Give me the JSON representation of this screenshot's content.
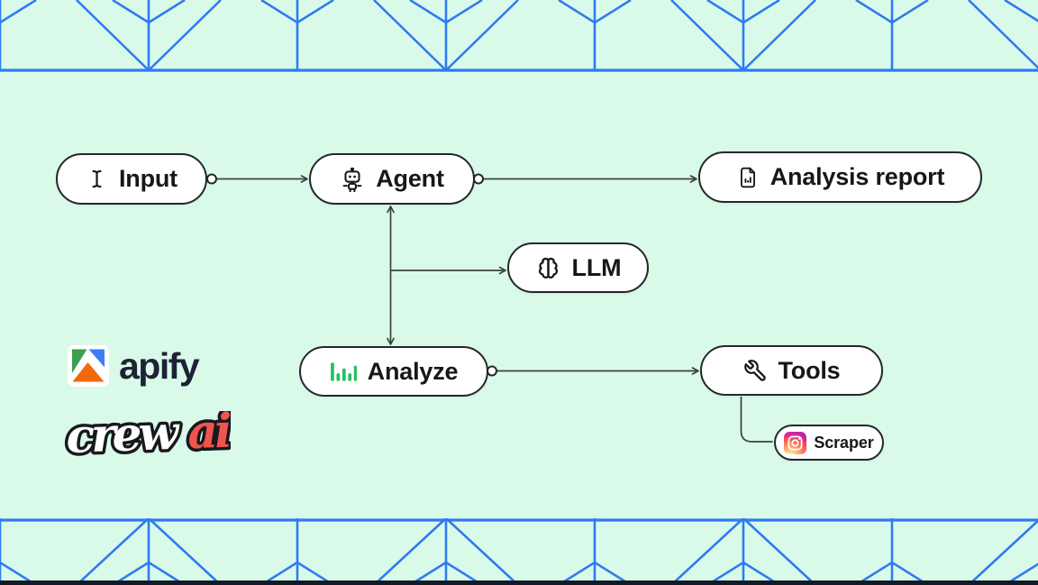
{
  "diagram": {
    "nodes": {
      "input": {
        "label": "Input",
        "icon": "text-cursor-icon"
      },
      "agent": {
        "label": "Agent",
        "icon": "robot-icon"
      },
      "report": {
        "label": "Analysis report",
        "icon": "document-chart-icon"
      },
      "llm": {
        "label": "LLM",
        "icon": "brain-icon"
      },
      "analyze": {
        "label": "Analyze",
        "icon": "bar-chart-icon"
      },
      "tools": {
        "label": "Tools",
        "icon": "wrench-icon"
      },
      "scraper": {
        "label": "Scraper",
        "icon": "instagram-icon"
      }
    },
    "edges": [
      {
        "from": "input",
        "to": "agent",
        "style": "arrow"
      },
      {
        "from": "agent",
        "to": "report",
        "style": "arrow"
      },
      {
        "from": "agent",
        "to": "analyze",
        "style": "double-arrow"
      },
      {
        "from": "agent-analyze-line",
        "to": "llm",
        "style": "arrow"
      },
      {
        "from": "analyze",
        "to": "tools",
        "style": "arrow"
      },
      {
        "from": "tools",
        "to": "scraper",
        "style": "elbow-line"
      }
    ]
  },
  "logos": {
    "apify": {
      "text": "apify"
    },
    "crewai": {
      "part1": "crew",
      "part2": "ai"
    }
  },
  "colors": {
    "bg": "#dafae9",
    "line_blue": "#2e7bf3",
    "ink": "#15181b",
    "node_border": "#23282b",
    "edge_line": "#3a433e",
    "bar_green": "#25c163",
    "dark_bar": "#111b27",
    "apify_green": "#3c9e4e",
    "apify_blue": "#3f7df6",
    "apify_orange": "#f2680c",
    "apify_text": "#1e2236",
    "crewai_red": "#f0544f",
    "instagram_pink": "#d6249f"
  }
}
